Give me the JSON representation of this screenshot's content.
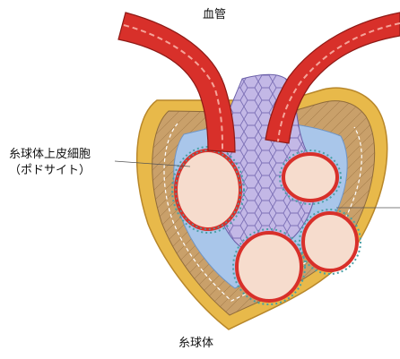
{
  "labels": {
    "blood_vessel": "血管",
    "podocyte_line1": "糸球体上皮細胞",
    "podocyte_line2": "（ポドサイト）",
    "glomerulus": "糸球体"
  },
  "colors": {
    "vessel_red": "#d8302a",
    "capsule_yellow": "#e8b94a",
    "capsule_tan": "#c9a06a",
    "mesangium_lavender": "#c3b8e6",
    "capillary_lumen": "#f6dccd",
    "podocyte_teal": "#4aa0a6",
    "space_blue": "#a9c6ea"
  }
}
